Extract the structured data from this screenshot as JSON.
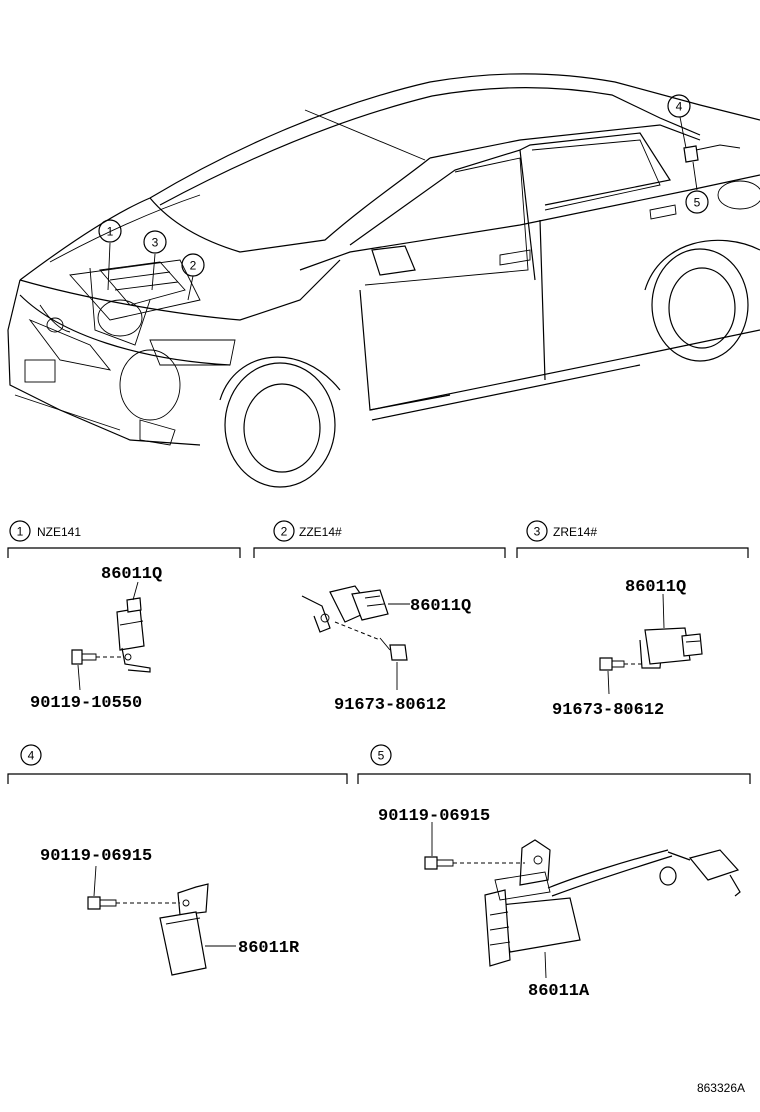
{
  "callouts": [
    "1",
    "2",
    "3",
    "4",
    "5"
  ],
  "sections": [
    {
      "num": "1",
      "model": "NZE141",
      "parts": [
        "86011Q",
        "90119-10550"
      ]
    },
    {
      "num": "2",
      "model": "ZZE14#",
      "parts": [
        "86011Q",
        "91673-80612"
      ]
    },
    {
      "num": "3",
      "model": "ZRE14#",
      "parts": [
        "86011Q",
        "91673-80612"
      ]
    },
    {
      "num": "4",
      "model": "",
      "parts": [
        "90119-06915",
        "86011R"
      ]
    },
    {
      "num": "5",
      "model": "",
      "parts": [
        "90119-06915",
        "86011A"
      ]
    }
  ],
  "diagram_ref": "863326A"
}
